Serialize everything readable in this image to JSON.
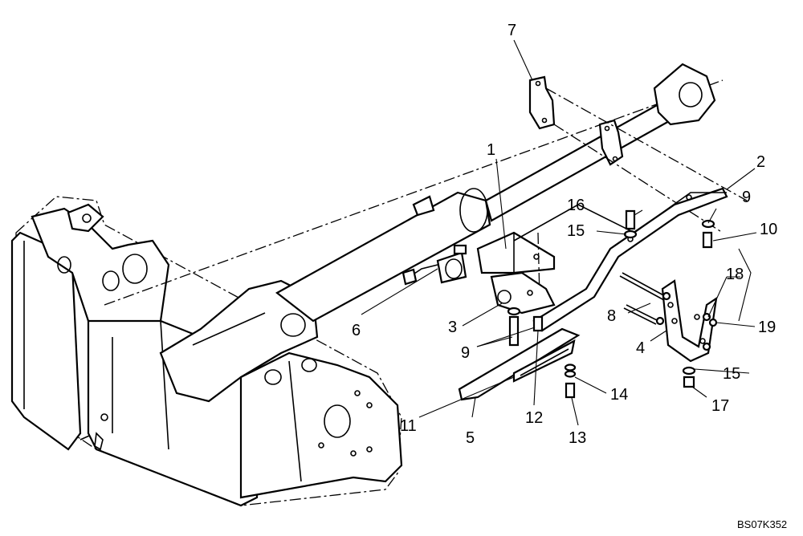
{
  "diagram": {
    "reference_code": "BS07K352",
    "callouts": {
      "c1": "1",
      "c2": "2",
      "c3": "3",
      "c4": "4",
      "c5": "5",
      "c6": "6",
      "c7": "7",
      "c8": "8",
      "c9a": "9",
      "c9b": "9",
      "c10": "10",
      "c11": "11",
      "c12": "12",
      "c13": "13",
      "c14": "14",
      "c15a": "15",
      "c15b": "15",
      "c16": "16",
      "c17": "17",
      "c18": "18",
      "c19": "19"
    }
  }
}
